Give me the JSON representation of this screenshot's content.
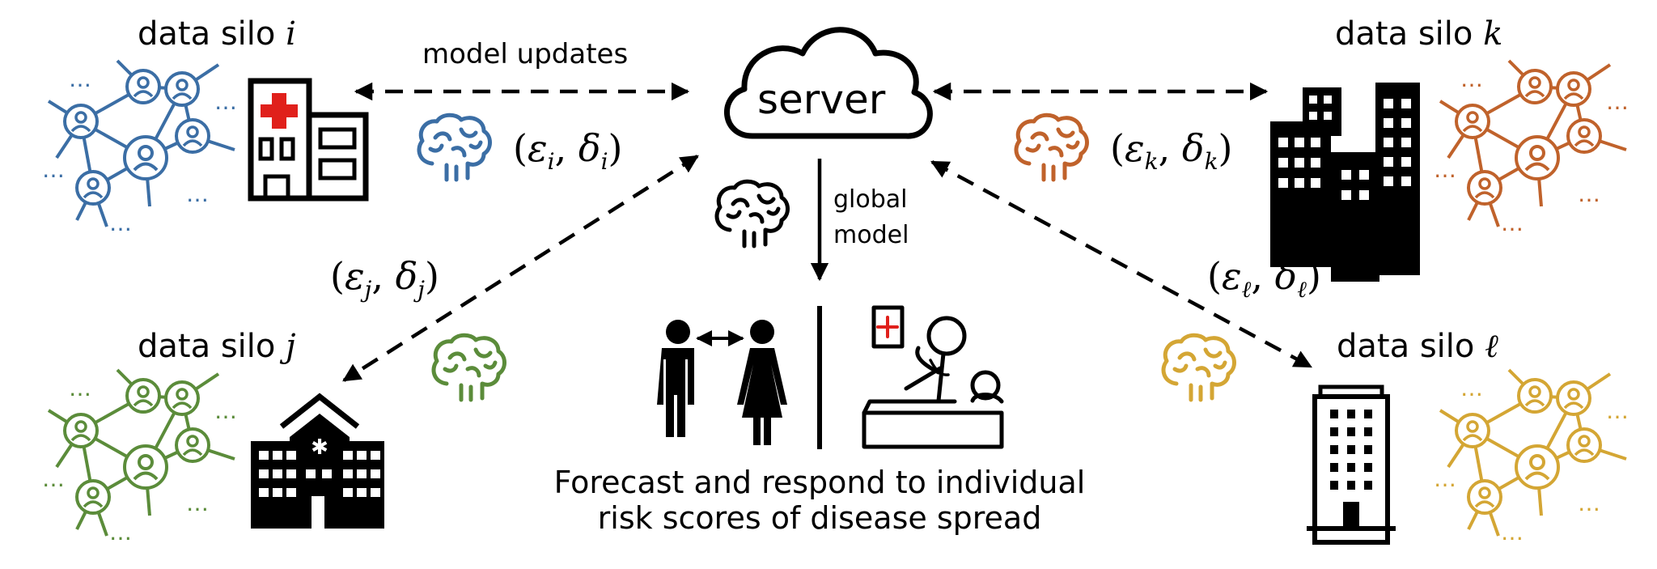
{
  "server": {
    "label": "server"
  },
  "edges": {
    "model_updates": "model updates",
    "global_model_line1": "global",
    "global_model_line2": "model"
  },
  "silos": {
    "i": {
      "prefix": "data silo",
      "symbol": "i",
      "param_eps": "ε",
      "param_delta": "δ",
      "sub": "i",
      "color": "#3b6ea5"
    },
    "j": {
      "prefix": "data silo",
      "symbol": "j",
      "param_eps": "ε",
      "param_delta": "δ",
      "sub": "j",
      "color": "#5b8c3a"
    },
    "k": {
      "prefix": "data silo",
      "symbol": "k",
      "param_eps": "ε",
      "param_delta": "δ",
      "sub": "k",
      "color": "#c0622b"
    },
    "l": {
      "prefix": "data silo",
      "symbol": "ℓ",
      "param_eps": "ε",
      "param_delta": "δ",
      "sub": "ℓ",
      "color": "#d4a634"
    }
  },
  "bottom": {
    "line1": "Forecast and respond to individual",
    "line2": "risk scores of disease spread"
  },
  "ellipsis": "…",
  "param_open": "(",
  "param_comma": ",",
  "param_close": ")"
}
